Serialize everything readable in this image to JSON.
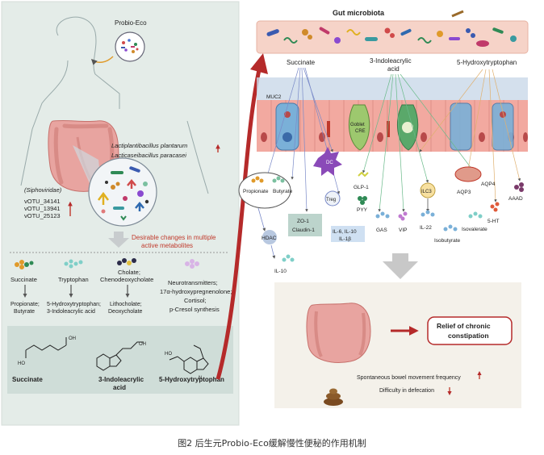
{
  "left_panel": {
    "product": "Probio-Eco",
    "bacteria": [
      "Lactiplantibacillus plantarum",
      "Lacticaseibacillus paracasei"
    ],
    "phage_family": "(Siphoviridae)",
    "votus": [
      "vOTU_34141",
      "vOTU_13941",
      "vOTU_25123"
    ],
    "desirable_changes": [
      "Desirable changes in multiple",
      "active metabolites"
    ],
    "metabolite_groups": [
      {
        "name": "Succinate",
        "products": [
          "Propionate;",
          "Butyrate"
        ]
      },
      {
        "name": "Tryptophan",
        "products": [
          "5-Hydroxytryptophan;",
          "3-Indoleacrylic acid"
        ]
      },
      {
        "name": "Cholate;",
        "name2": "Chenodeoxycholate",
        "products": [
          "Lithocholate;",
          "Deoxycholate"
        ]
      },
      {
        "name": "Neurotransmitters;",
        "name2": "17α-hydroxypregnenolone;",
        "name3": "Cortisol;",
        "name4": "p-Cresol synthesis"
      }
    ],
    "structures": [
      {
        "label": "Succinate"
      },
      {
        "label": "3-Indoleacrylic",
        "label2": "acid"
      },
      {
        "label": "5-Hydroxytryptophan"
      }
    ]
  },
  "right_panel": {
    "microbiota_title": "Gut microbiota",
    "top_metabolites": [
      "Succinate",
      "3-Indoleacrylic",
      "acid",
      "5-Hydroxytryptophan"
    ],
    "epithelium_labels": {
      "muc2": "MUC2",
      "goblet": "Goblet",
      "goblet2": "CRE",
      "dc": "DC"
    },
    "lumen_labels": {
      "propionate": "Propionate",
      "butyrate": "Butyrate",
      "hdac": "HDAC",
      "il10": "IL-10",
      "treg": "Treg",
      "zo1": "ZO-1",
      "claudin": "Claudin-1",
      "cytokines": "IL-6, IL-10",
      "il1b": "IL-1β",
      "glp1": "GLP-1",
      "pyy": "PYY",
      "gas": "GAS",
      "vip": "VIP",
      "ilc3": "ILC3",
      "il22": "IL-22",
      "isobutyrate": "Isobutyrate",
      "isovalerate": "Isovalerate",
      "aqp3": "AQP3",
      "aqp4": "AQP4",
      "ht5": "5-HT",
      "aaad": "AAAD"
    },
    "outcome": {
      "relief": [
        "Relief of chronic",
        "constipation"
      ],
      "effect1": "Spontaneous bowel movement frequency",
      "effect2": "Difficulty in defecation"
    }
  },
  "caption": "图2 后生元Probio-Eco缓解慢性便秘的作用机制",
  "colors": {
    "left_bg": "#e4ece8",
    "structure_bg": "#cfddd8",
    "arrow_red": "#b52a2a",
    "lumen": "#f5dcd2",
    "outcome_bg": "#f4f1ea"
  }
}
